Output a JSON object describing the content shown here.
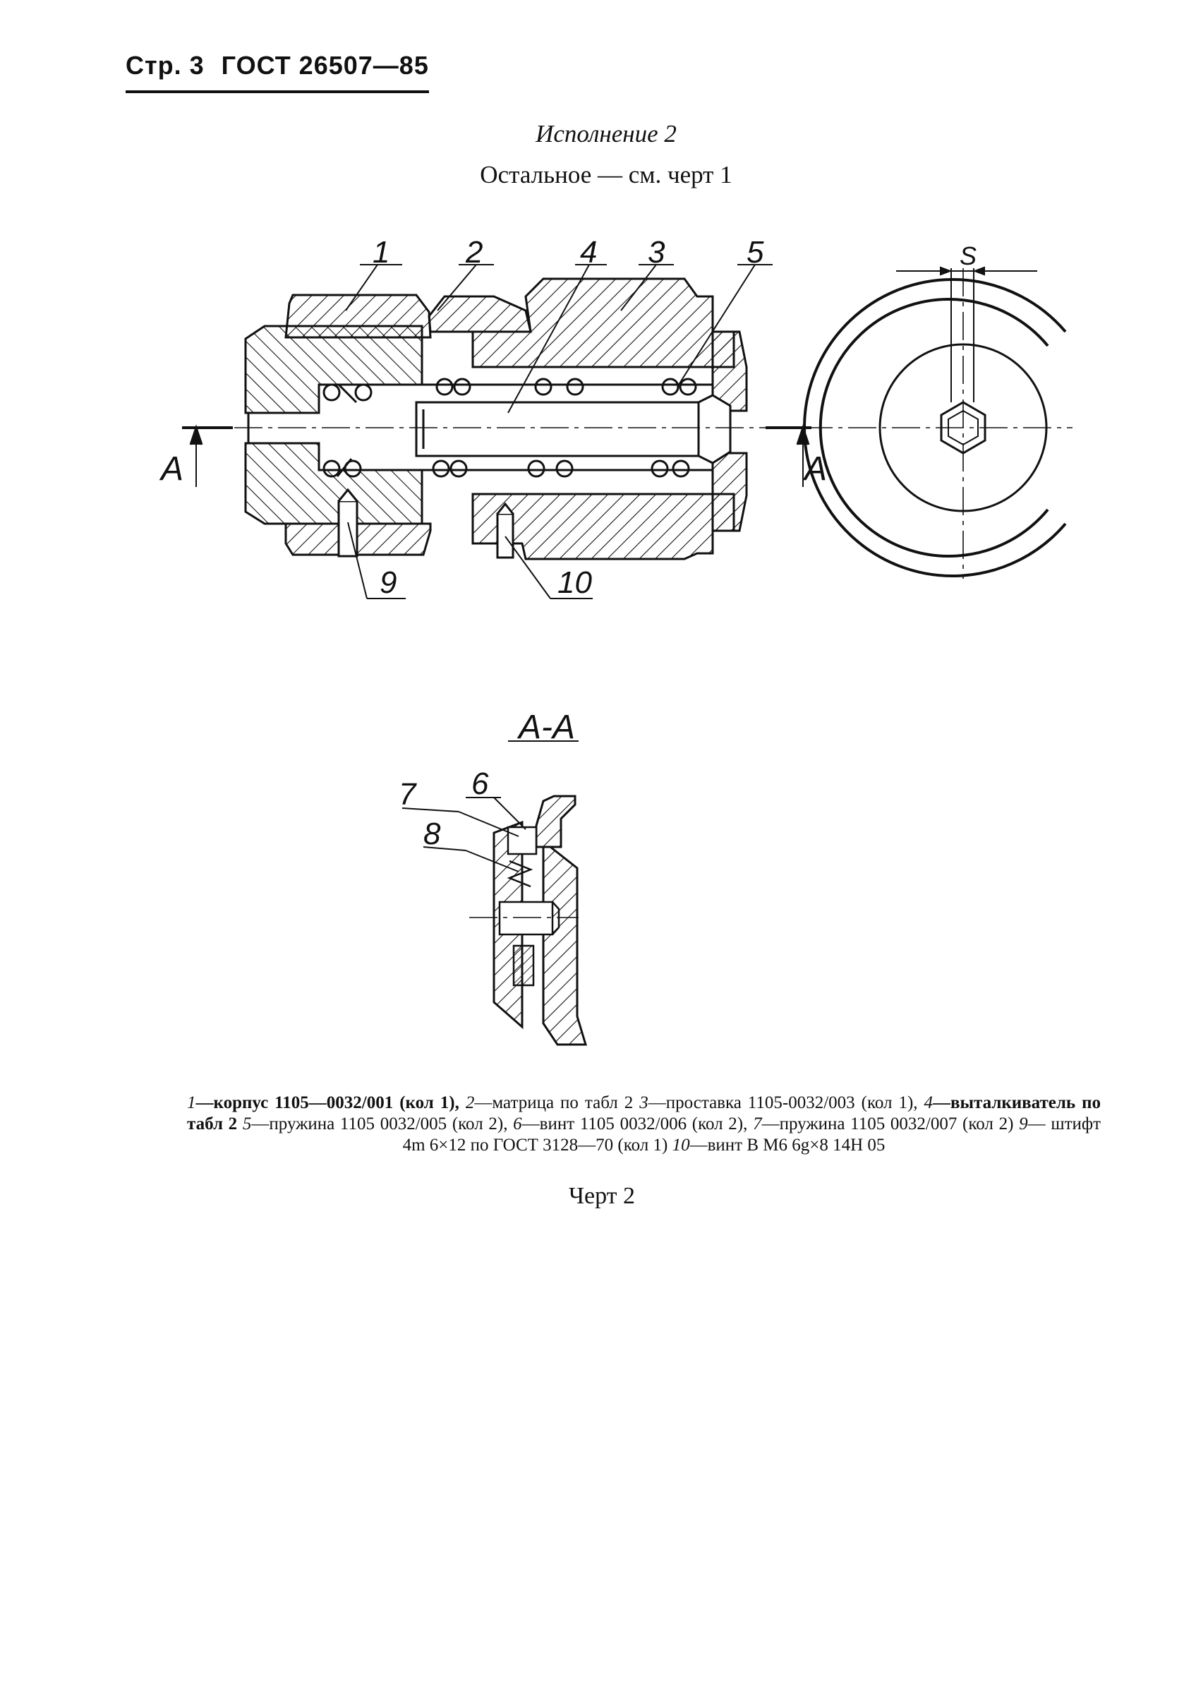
{
  "header": {
    "page": "Стр. 3",
    "standard": "ГОСТ 26507—85"
  },
  "variant_title": "Исполнение 2",
  "rest_note": "Остальное — см. черт 1",
  "drawing": {
    "callouts": [
      "1",
      "2",
      "4",
      "3",
      "5",
      "9",
      "10",
      "6",
      "7",
      "8"
    ],
    "dimension_label": "S",
    "section_marker": "A",
    "section_title": "А-А"
  },
  "legend": {
    "items": [
      {
        "num": "1",
        "text": "—корпус 1105—0032/001 (кол 1),"
      },
      {
        "num": "2",
        "text": "—матрица по табл 2"
      },
      {
        "num": "3",
        "text": "—проставка 1105-0032/003 (кол 1),"
      },
      {
        "num": "4",
        "text": "—выталкиватель по табл 2"
      },
      {
        "num": "5",
        "text": "—пружина 1105 0032/005 (кол 2),"
      },
      {
        "num": "6",
        "text": "—винт 1105 0032/006 (кол 2),"
      },
      {
        "num": "7",
        "text": "—пружина 1105 0032/007 (кол 2)"
      },
      {
        "num": "9",
        "text": "— штифт 4m 6×12 по ГОСТ 3128—70 (кол 1)"
      },
      {
        "num": "10",
        "text": "—винт В М6 6g×8 14Н 05"
      }
    ]
  },
  "figure_label": "Черт 2"
}
